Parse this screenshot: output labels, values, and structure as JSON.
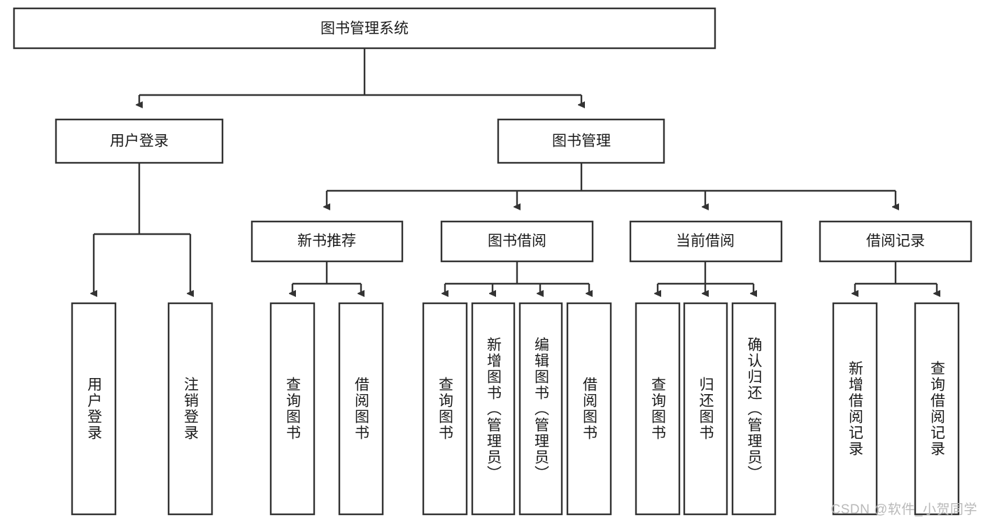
{
  "diagram": {
    "type": "tree",
    "title": "图书管理系统",
    "watermark": "CSDN @软件_小贺同学",
    "colors": {
      "box_stroke": "#333333",
      "box_fill": "#ffffff",
      "text": "#1a1a1a",
      "connector": "#333333",
      "watermark": "#b9b9b9",
      "background": "#ffffff"
    },
    "root": {
      "label": "图书管理系统"
    },
    "level1": [
      {
        "label": "用户登录"
      },
      {
        "label": "图书管理"
      }
    ],
    "level2": [
      {
        "label": "新书推荐"
      },
      {
        "label": "图书借阅"
      },
      {
        "label": "当前借阅"
      },
      {
        "label": "借阅记录"
      }
    ],
    "leaves": {
      "user_login": [
        {
          "label": "用户登录"
        },
        {
          "label": "注销登录"
        }
      ],
      "new_book": [
        {
          "label": "查询图书"
        },
        {
          "label": "借阅图书"
        }
      ],
      "book_borrow": [
        {
          "label": "查询图书"
        },
        {
          "label": "新增图书（管理员）"
        },
        {
          "label": "编辑图书（管理员）"
        },
        {
          "label": "借阅图书"
        }
      ],
      "current_borrow": [
        {
          "label": "查询图书"
        },
        {
          "label": "归还图书"
        },
        {
          "label": "确认归还（管理员）"
        }
      ],
      "borrow_record": [
        {
          "label": "新增借阅记录"
        },
        {
          "label": "查询借阅记录"
        }
      ]
    }
  }
}
